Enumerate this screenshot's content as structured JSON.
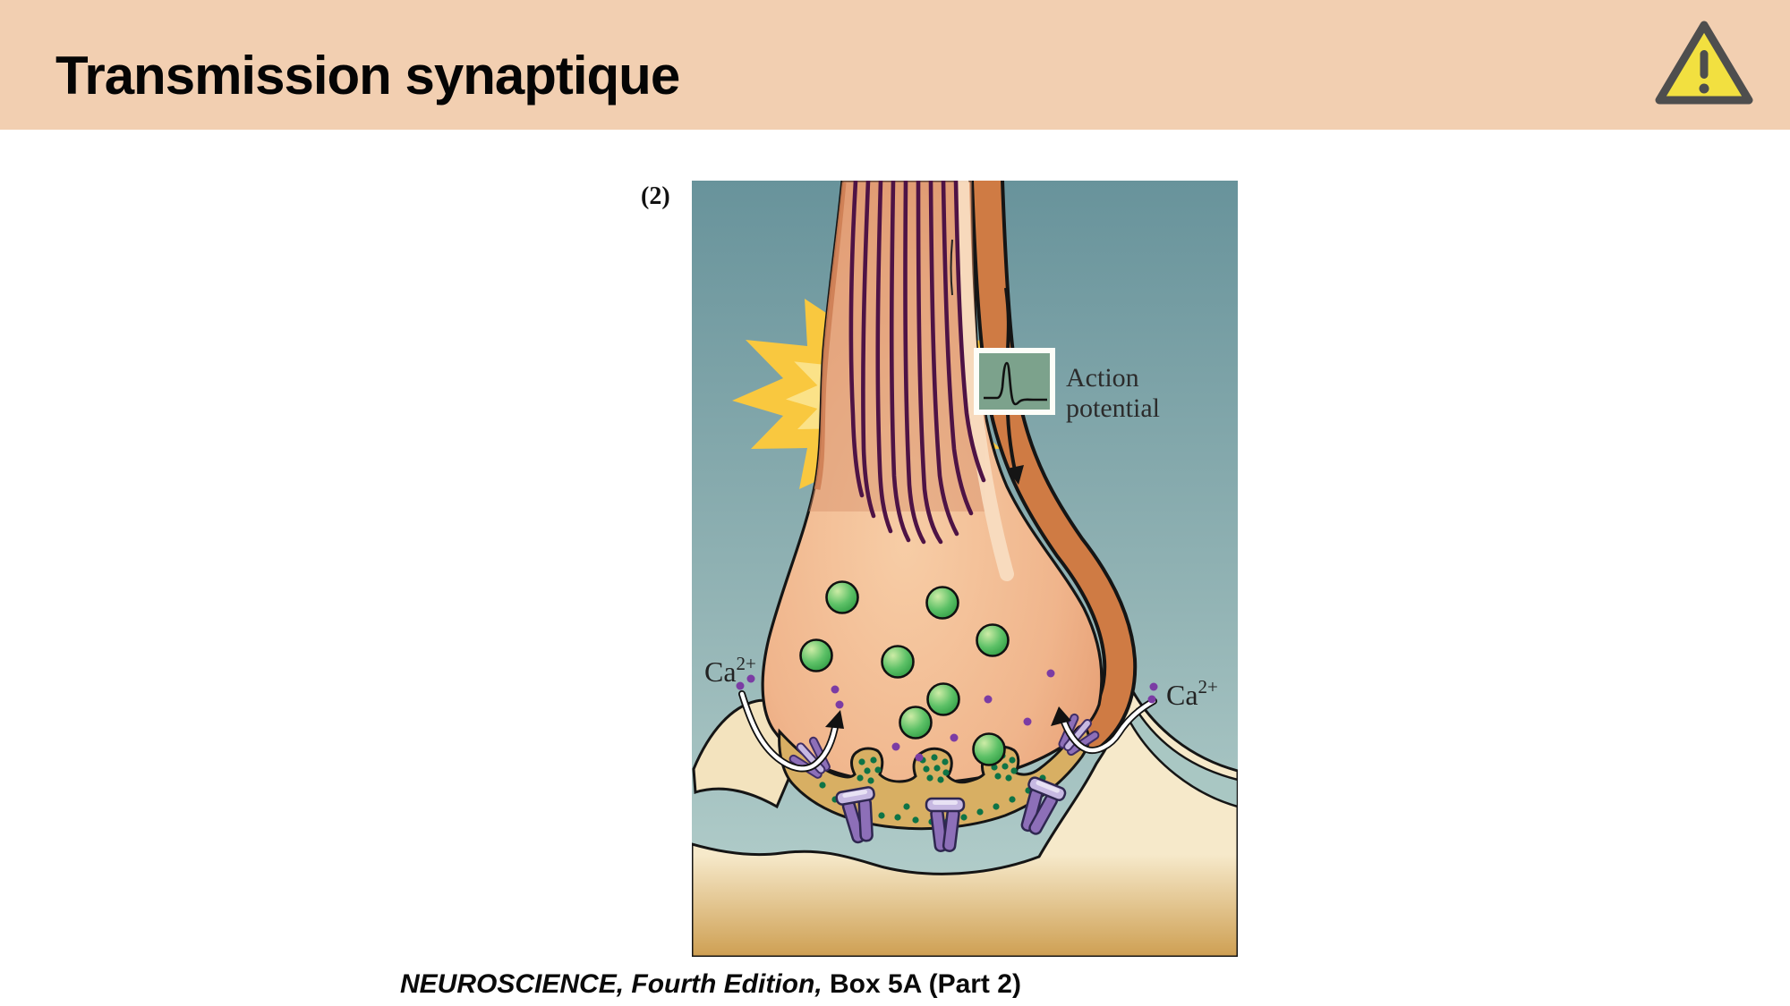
{
  "header": {
    "title": "Transmission synaptique",
    "background_color": "#F2CFB1",
    "warning_icon": "warning-triangle-icon"
  },
  "figure": {
    "panel_label": "(2)",
    "labels": {
      "action_line1": "Action",
      "action_line2": "potential",
      "ca_base": "Ca",
      "ca_sup": "2+"
    },
    "inventory": {
      "synaptic_vesicles": 8,
      "docked_vesicle_clusters": 3,
      "postsynaptic_receptors": 3,
      "calcium_channels": 2
    },
    "palette": {
      "extracellular_teal_top": "#68939B",
      "extracellular_teal_bottom": "#B9D3CF",
      "terminal_salmon": "#EFB189",
      "membrane_band_orange": "#CF7B44",
      "axon_stripe_purple": "#4E1345",
      "burst_outer_yellow": "#F9C83F",
      "burst_inner_yellow": "#FBE288",
      "action_potential_box_green": "#7CA28C",
      "vesicle_green": "#3FAE4F",
      "neurotransmitter_green": "#0E7446",
      "calcium_ion_purple": "#7B3CA4",
      "channel_receptor_purple": "#8D6FB8",
      "postsynaptic_gold": "#D8AF63",
      "postsynaptic_cell_cream": "#F6E9CA",
      "warning_yellow": "#F2E040"
    }
  },
  "caption": {
    "italic_part": "NEUROSCIENCE, Fourth Edition,",
    "normal_part": " Box 5A (Part 2)"
  }
}
